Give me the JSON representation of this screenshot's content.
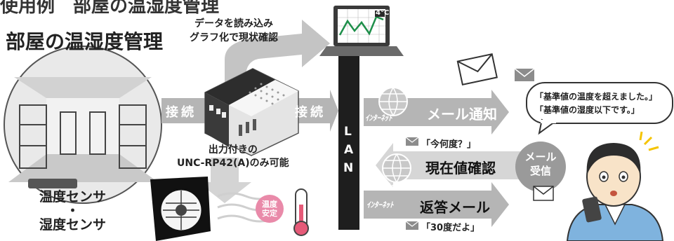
{
  "heading": "使用例　部屋の温湿度管理",
  "room_title": "部屋の温湿度管理",
  "caption_data": [
    "データを読み込み",
    "グラフ化で現状確認"
  ],
  "connect_label": "接続",
  "lan_letters": [
    "L",
    "A",
    "N"
  ],
  "monitor_badge": "4°C",
  "internet_label": "ｲﾝﾀｰﾈｯﾄ",
  "mail_notify": "メール通知",
  "bubble_lines": [
    "「基準値の温度を超えました。」",
    "「基準値の湿度以下です。」"
  ],
  "query_msg": "「今何度？」",
  "current_check": "現在値確認",
  "reply_mail": "返答メール",
  "reply_msg": "「30度だよ」",
  "mail_received": [
    "メール",
    "受信"
  ],
  "output_caption": [
    "出力付きの",
    "UNC-RP42(A)のみ可能"
  ],
  "sensor_labels": [
    "温度センサ",
    "・",
    "湿度センサ"
  ],
  "stable_label": [
    "温度",
    "安定"
  ],
  "colors": {
    "arrow": "#b5b5b5",
    "arrow_dark": "#8c8c8c",
    "lan": "#1e1e1e",
    "accent_pink": "#e98aa9",
    "accent_yellow": "#f5c400",
    "accent_blue": "#7fb3de"
  }
}
